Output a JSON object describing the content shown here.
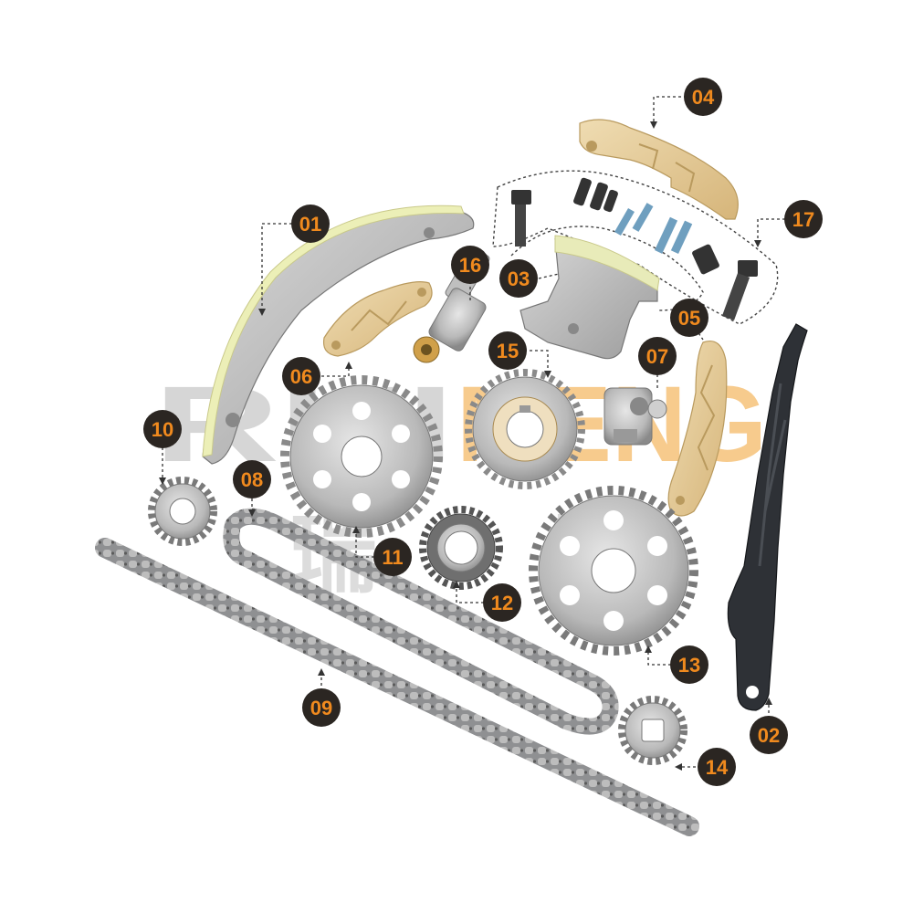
{
  "watermark": {
    "text": "RUIMENG",
    "cjk": "瑞盟"
  },
  "colors": {
    "badge_fill": "#2b2622",
    "badge_text": "#f08a1e",
    "leader": "#333333",
    "metal": "#b9b9b9",
    "guide_cream": "#e2c895",
    "plastic_black": "#2e3136",
    "chain": "#8f9092",
    "watermark_gray": "#c9c9c9",
    "watermark_orange": "#f6c27a"
  },
  "callouts": [
    {
      "id": "01",
      "part": "tensioner-rail"
    },
    {
      "id": "02",
      "part": "guide-rail-black"
    },
    {
      "id": "03",
      "part": "tensioner-bracket"
    },
    {
      "id": "04",
      "part": "upper-guide-rail"
    },
    {
      "id": "05",
      "part": "small-guide-rail"
    },
    {
      "id": "06",
      "part": "lower-guide-rail"
    },
    {
      "id": "07",
      "part": "small-tensioner"
    },
    {
      "id": "08",
      "part": "short-chain"
    },
    {
      "id": "09",
      "part": "long-chain"
    },
    {
      "id": "10",
      "part": "small-sprocket"
    },
    {
      "id": "11",
      "part": "large-sprocket"
    },
    {
      "id": "12",
      "part": "crank-sprocket"
    },
    {
      "id": "13",
      "part": "cam-sprocket"
    },
    {
      "id": "14",
      "part": "oil-pump-sprocket"
    },
    {
      "id": "15",
      "part": "intermediate-sprocket"
    },
    {
      "id": "16",
      "part": "hydraulic-tensioner"
    },
    {
      "id": "17",
      "part": "bolt-kit"
    }
  ]
}
